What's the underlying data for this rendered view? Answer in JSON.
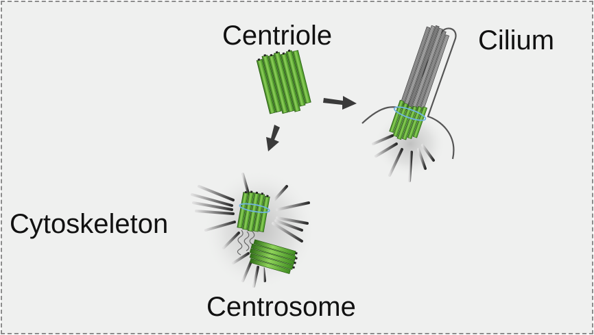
{
  "labels": {
    "centriole": "Centriole",
    "cilium": "Cilium",
    "cytoskeleton": "Cytoskeleton",
    "centrosome": "Centrosome"
  },
  "colors": {
    "background": "#eff0ef",
    "border": "#8a8a8a",
    "microtubule_green": "#4fa82a",
    "microtubule_highlight": "#8fd35a",
    "microtubule_dark": "#2f6e17",
    "axoneme_gray": "#7a7a7a",
    "ring_blue": "#6fb4e0",
    "arrow": "#3a3a3a"
  }
}
